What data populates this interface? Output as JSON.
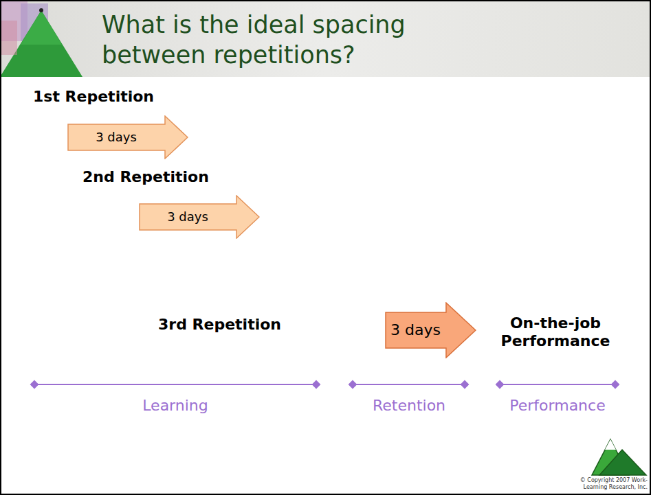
{
  "diagram": {
    "title": "What is the ideal spacing between repetitions?",
    "nodes": [
      {
        "text": [
          "3 days"
        ]
      },
      {
        "text": [
          "3 days"
        ]
      },
      {
        "text": [
          "3 days"
        ]
      }
    ],
    "labels": [
      "1st Repetition",
      "2nd Repetition",
      "3rd Repetition",
      "On-the-job Performance",
      "Learning",
      "Retention",
      "Performance",
      "© Copyright 2007 Work-Learning Research, Inc."
    ]
  }
}
